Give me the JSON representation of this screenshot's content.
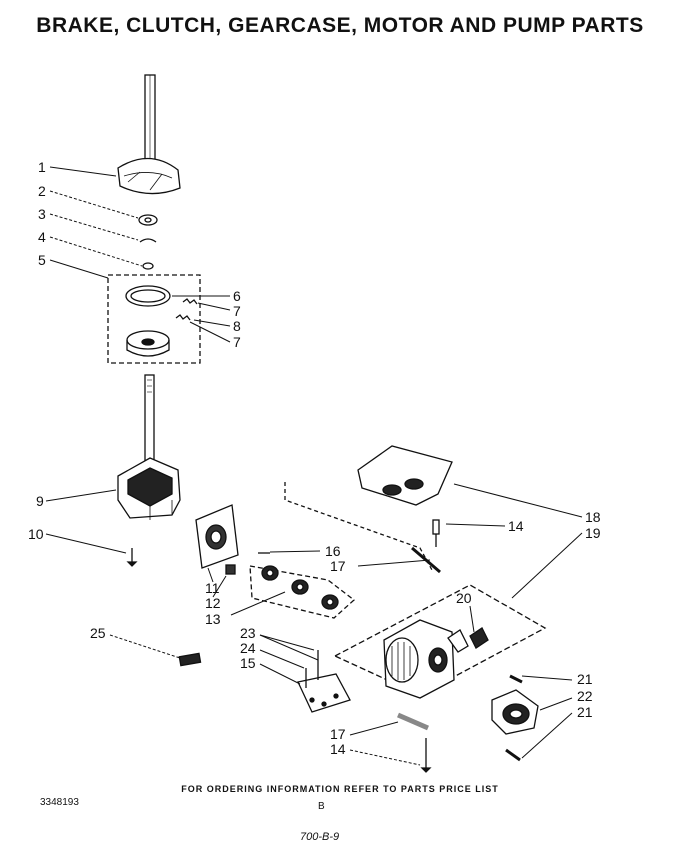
{
  "title": "BRAKE, CLUTCH, GEARCASE, MOTOR AND PUMP PARTS",
  "callouts": [
    "1",
    "2",
    "3",
    "4",
    "5",
    "6",
    "7",
    "8",
    "7",
    "9",
    "10",
    "11",
    "12",
    "13",
    "14",
    "16",
    "17",
    "18",
    "19",
    "20",
    "21",
    "22",
    "21",
    "23",
    "24",
    "15",
    "25",
    "17",
    "14"
  ],
  "footer": {
    "ordering_note": "FOR ORDERING INFORMATION REFER TO PARTS PRICE LIST",
    "part_number": "3348193",
    "page_letter": "B",
    "sheet_code": "700-B-9"
  }
}
